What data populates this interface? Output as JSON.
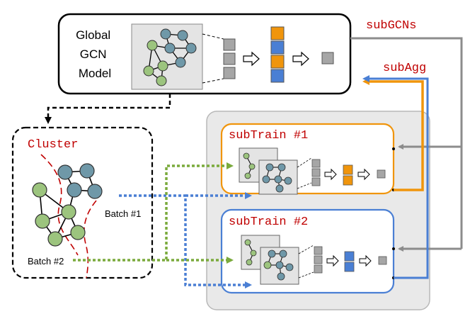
{
  "global_model": {
    "label_line1": "Global",
    "label_line2": "GCN",
    "label_line3": "Model"
  },
  "labels": {
    "subgcns": "subGCNs",
    "subagg": "subAgg",
    "cluster": "Cluster",
    "batch1": "Batch #1",
    "batch2": "Batch #2",
    "subtrain1": "subTrain #1",
    "subtrain2": "subTrain #2"
  },
  "colors": {
    "orange": "#f0950c",
    "blue": "#4a7fd4",
    "green": "#7aaa3c",
    "gray": "#8c8c8c",
    "red_text": "#c00000",
    "node_green": "#9cc47e",
    "node_teal": "#6f98a8",
    "panel_gray": "#e9e9e9"
  }
}
